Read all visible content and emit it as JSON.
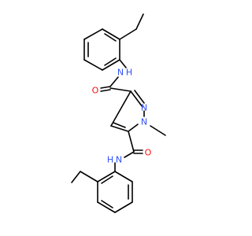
{
  "molecule": {
    "atoms": [
      {
        "id": "N_amide1",
        "label": "N",
        "color": "#3050f8"
      },
      {
        "id": "H_amide1",
        "label": "H",
        "color": "#3050f8"
      },
      {
        "id": "O1",
        "label": "O",
        "color": "#ff0d0d"
      },
      {
        "id": "N_ring2",
        "label": "N",
        "color": "#3050f8"
      },
      {
        "id": "N_ring1",
        "label": "N",
        "color": "#3050f8"
      },
      {
        "id": "O2",
        "label": "O",
        "color": "#ff0d0d"
      },
      {
        "id": "N_amide2",
        "label": "N",
        "color": "#3050f8"
      },
      {
        "id": "H_amide2",
        "label": "H",
        "color": "#3050f8"
      }
    ],
    "colors": {
      "bond": "#000000",
      "oxygen": "#ff0d0d",
      "nitrogen": "#3050f8",
      "background": "#ffffff"
    }
  }
}
